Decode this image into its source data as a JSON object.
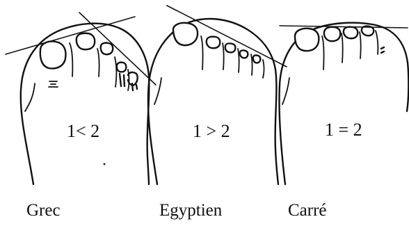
{
  "feet": [
    {
      "ratio": "1< 2",
      "caption": "Grec"
    },
    {
      "ratio": "1 > 2",
      "caption": "Egyptien"
    },
    {
      "ratio": "1 = 2",
      "caption": "Carré"
    }
  ]
}
